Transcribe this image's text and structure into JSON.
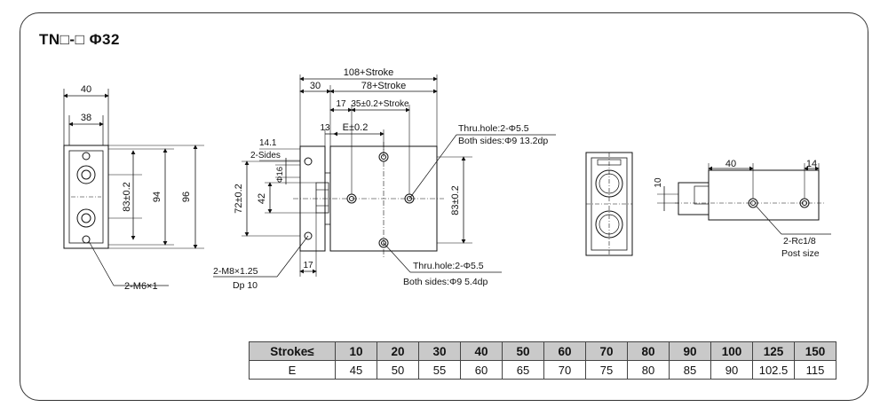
{
  "title": "TN□-□  Φ32",
  "side_view": {
    "dim_width_outer": "40",
    "dim_width_inner": "38",
    "dim_port_pitch": "83±0.2",
    "dim_height_inner": "94",
    "dim_height_outer": "96",
    "thread_note": "2-M6×1"
  },
  "main_view": {
    "dim_total": "108+Stroke",
    "dim_30": "30",
    "dim_body": "78+Stroke",
    "dim_17_top": "17",
    "dim_35": "35±0.2+Stroke",
    "dim_13": "13",
    "dim_E": "E±0.2",
    "dim_14_1": "14.1",
    "two_sides": "2-Sides",
    "dim_16": "Φ16",
    "dim_72": "72±0.2",
    "dim_42": "42",
    "dim_83": "83±0.2",
    "dim_17_bottom": "17",
    "thru_hole_top": "Thru.hole:2-Φ5.5",
    "both_sides_top": "Both sides:Φ9  13.2dp",
    "thru_hole_bottom": "Thru.hole:2-Φ5.5",
    "both_sides_bottom": "Both sides:Φ9  5.4dp",
    "m8_note": "2-M8×1.25",
    "m8_depth": "Dp 10"
  },
  "rear_view": {
    "dim_40": "40",
    "dim_14": "14",
    "dim_10": "10",
    "port_note": "2-Rc1/8",
    "port_size": "Post size"
  },
  "stroke_table": {
    "header_label": "Stroke≤",
    "row_label": "E",
    "strokes": [
      "10",
      "20",
      "30",
      "40",
      "50",
      "60",
      "70",
      "80",
      "90",
      "100",
      "125",
      "150"
    ],
    "e_values": [
      "45",
      "50",
      "55",
      "60",
      "65",
      "70",
      "75",
      "80",
      "85",
      "90",
      "102.5",
      "115"
    ]
  }
}
